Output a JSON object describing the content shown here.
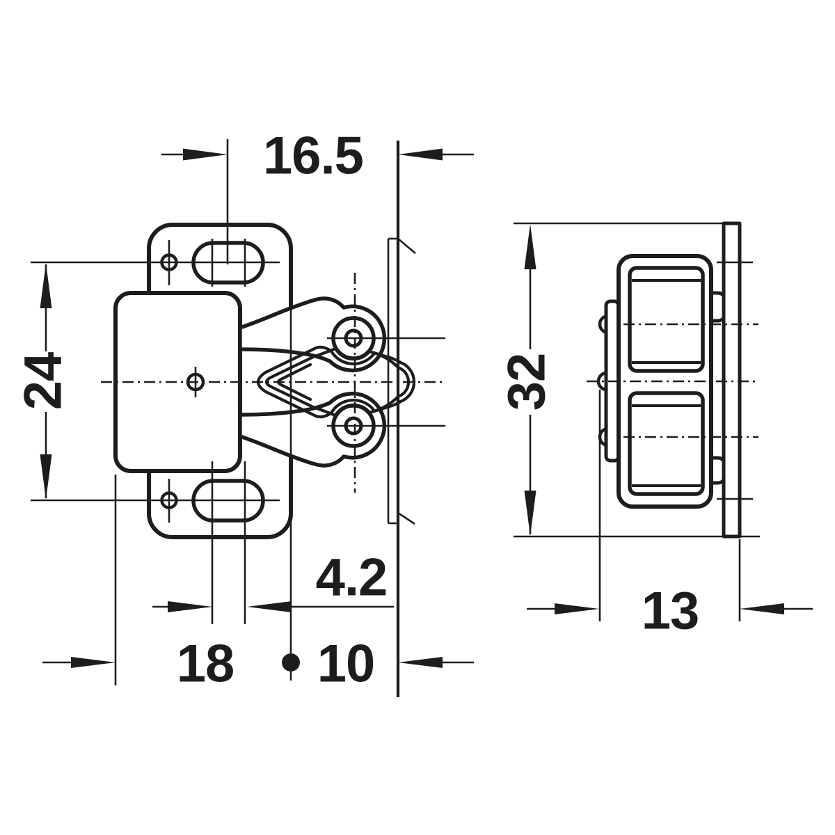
{
  "drawing": {
    "type": "technical-drawing",
    "subject": "roller-catch-with-mounting-plate",
    "background_color": "#ffffff",
    "line_color": "#1d1d1b",
    "views": {
      "front": {
        "name": "front-view",
        "dims": {
          "slot_to_edge": "16.5",
          "hole_spacing": "24",
          "slot": "4.2",
          "plate_to_catch": "18",
          "catch_to_edge": "10"
        }
      },
      "side": {
        "name": "side-view",
        "dims": {
          "height": "32",
          "depth": "13"
        }
      }
    }
  }
}
